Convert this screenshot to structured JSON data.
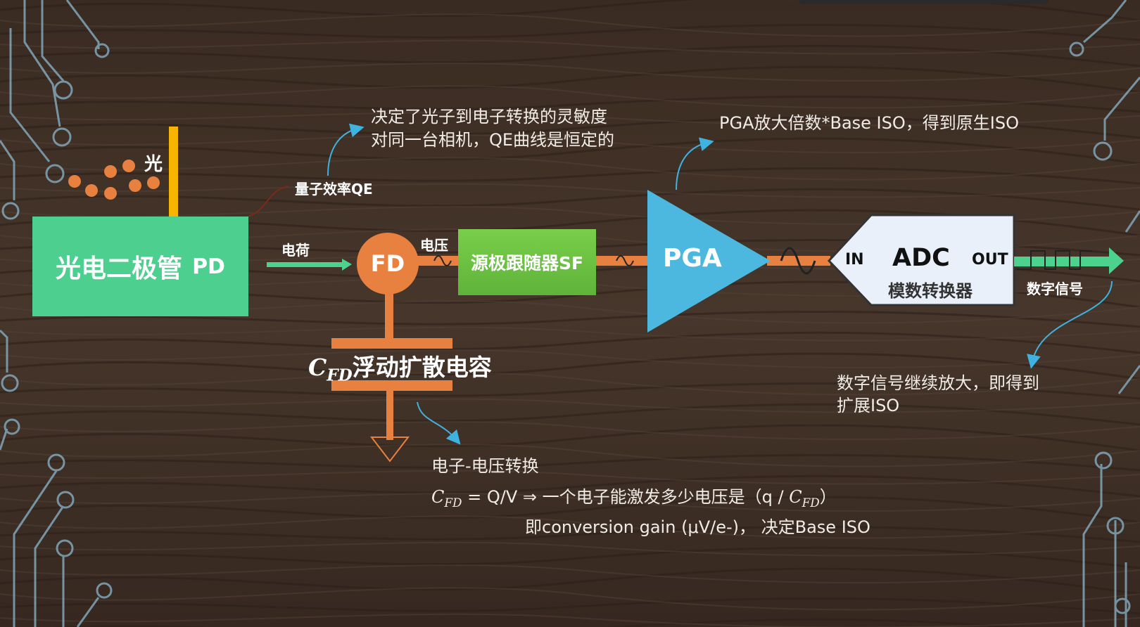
{
  "colors": {
    "pd_green": "#4ccf8f",
    "sf_green": "#6cc441",
    "fd_orange": "#e8803f",
    "pga_blue": "#4cb8e0",
    "adc_fill": "#e9f0fa",
    "light_yellow": "#f7b500",
    "arrow_green": "#4cd28c",
    "annotation_blue": "#3fb2e0"
  },
  "icons": [
    "photon-dots",
    "light-arrow-icon",
    "sine-wave-icon",
    "square-wave-icon",
    "ground-icon"
  ],
  "light": {
    "label": "光"
  },
  "pd": {
    "label": "光电二极管",
    "suffix": "PD"
  },
  "qe": {
    "label": "量子效率QE",
    "note_line1": "决定了光子到电子转换的灵敏度",
    "note_line2": "对同一台相机，QE曲线是恒定的"
  },
  "charge": {
    "label": "电荷"
  },
  "fd": {
    "label": "FD"
  },
  "voltage": {
    "label": "电压"
  },
  "sf": {
    "label": "源极跟随器SF"
  },
  "cfd": {
    "symbol": "C",
    "sub": "FD",
    "label": "浮动扩散电容"
  },
  "pga": {
    "label": "PGA",
    "note": "PGA放大倍数*Base ISO，得到原生ISO"
  },
  "adc": {
    "in": "IN",
    "title": "ADC",
    "out": "OUT",
    "subtitle": "模数转换器"
  },
  "digital": {
    "label": "数字信号",
    "note_line1": "数字信号继续放大，即得到",
    "note_line2": "扩展ISO"
  },
  "conversion": {
    "title": "电子-电压转换",
    "sym": "C",
    "sub": "FD",
    "eq_mid": " = Q/V ⇒ 一个电子能激发多少电压是（q / ",
    "eq_end": "）",
    "line3": "即conversion gain (μV/e-)，  决定Base ISO"
  }
}
